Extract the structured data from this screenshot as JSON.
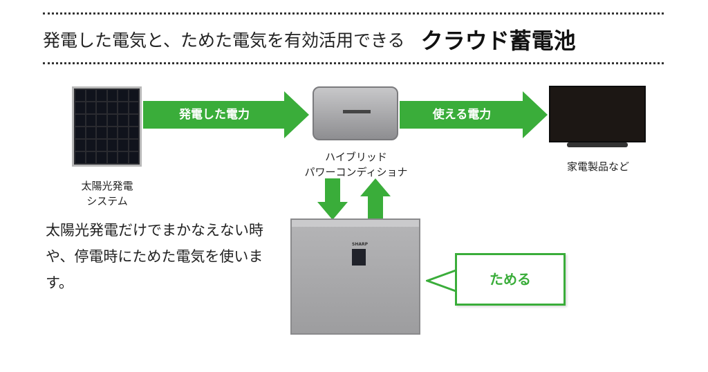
{
  "title": {
    "main": "発電した電気と、ためた電気を有効活用できる",
    "emphasis": "クラウド蓄電池"
  },
  "arrows": {
    "generated_power": "発電した電力",
    "usable_power": "使える電力"
  },
  "devices": {
    "solar": "太陽光発電\nシステム",
    "inverter": "ハイブリッド\nパワーコンディショナ",
    "appliances": "家電製品など",
    "battery_brand": "SHARP"
  },
  "description": "太陽光発電だけでまかなえない時や、停電時にためた電気を使います。",
  "callout": "ためる",
  "colors": {
    "accent_green": "#3aad3a",
    "text": "#222222"
  }
}
